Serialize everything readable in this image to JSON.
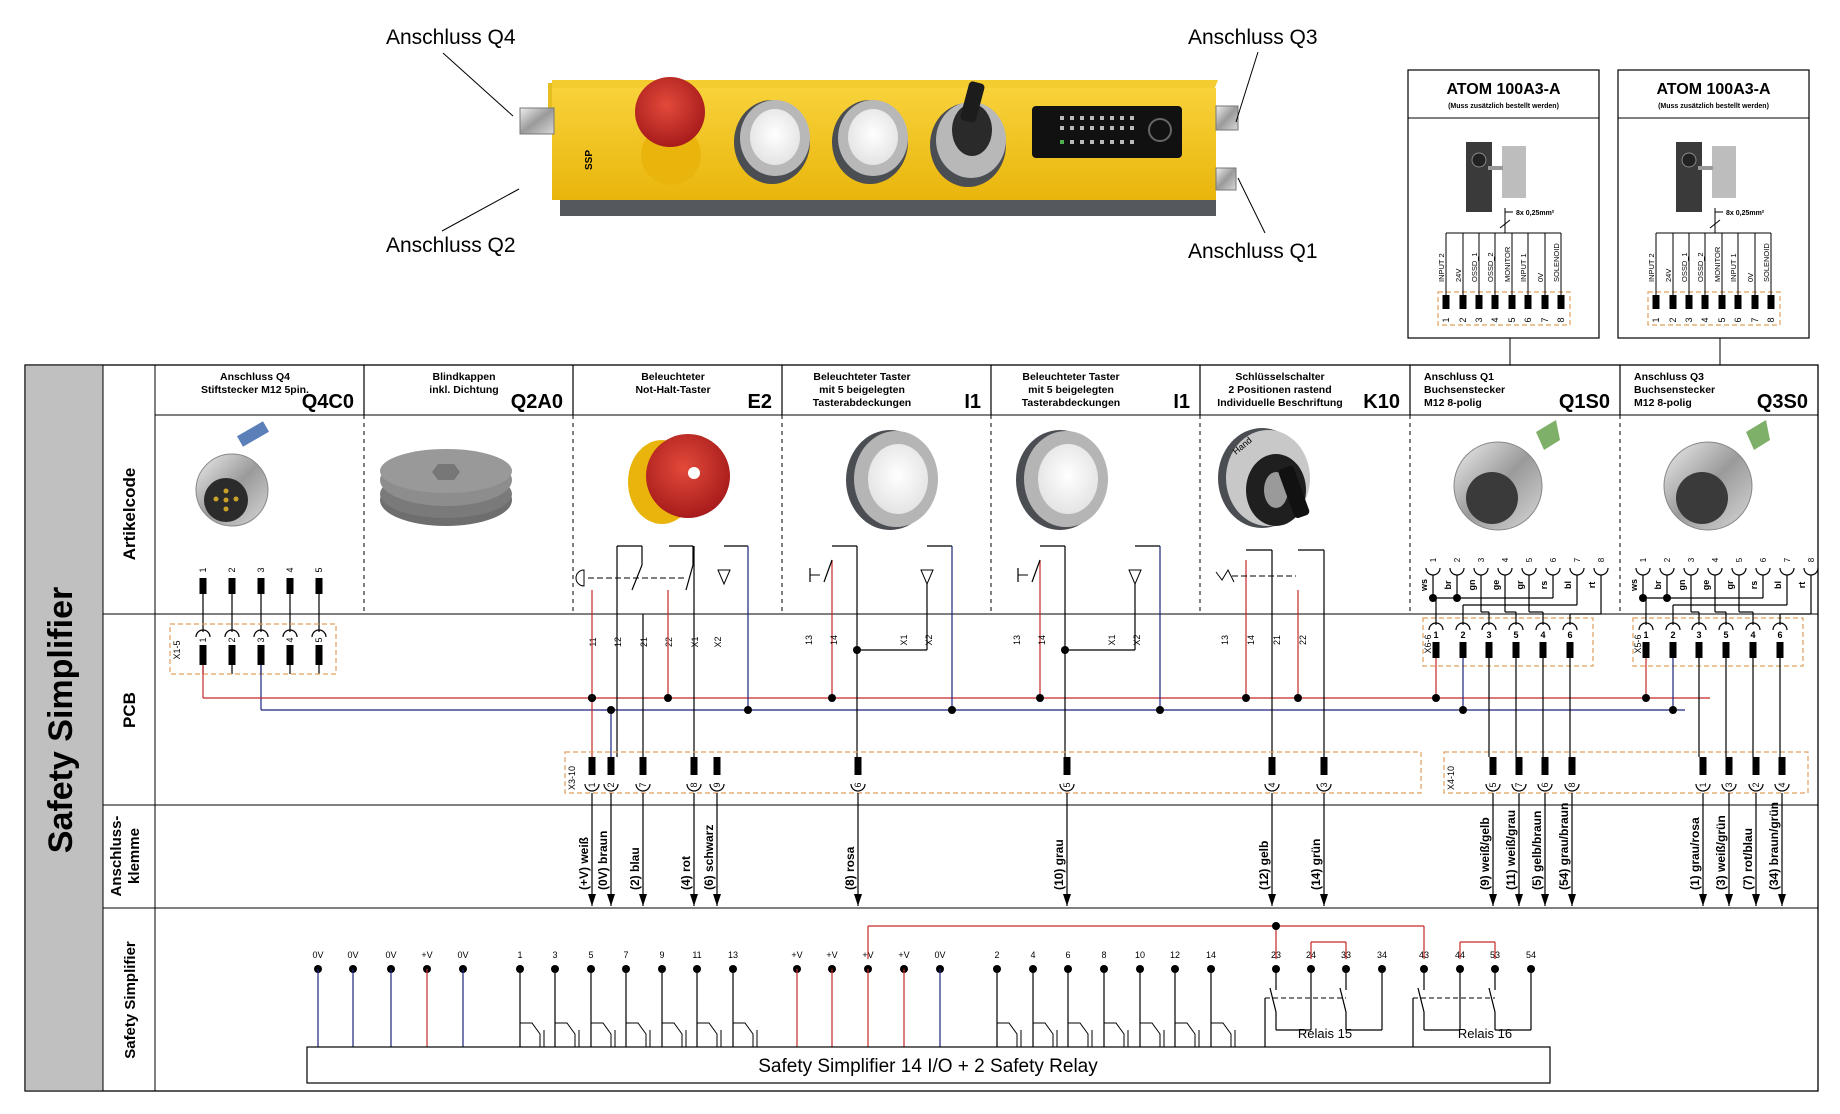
{
  "colors": {
    "plus_wire": "#c62828",
    "minus_wire": "#1a237e",
    "terminal_box": "#e0a060",
    "housing_yellow": "#f6c518",
    "housing_gray": "#55585c",
    "side_panel": "#c0c0c0"
  },
  "product": {
    "callouts": [
      {
        "id": "q4",
        "label": "Anschluss Q4"
      },
      {
        "id": "q2",
        "label": "Anschluss Q2"
      },
      {
        "id": "q3",
        "label": "Anschluss Q3"
      },
      {
        "id": "q1",
        "label": "Anschluss Q1"
      }
    ]
  },
  "atom_boxes": [
    {
      "title": "ATOM 100A3-A",
      "subtitle": "(Muss zusätzlich bestellt werden)",
      "cable": "8x 0,25mm²",
      "pins": [
        "INPUT 2",
        "24V",
        "OSSD_1",
        "OSSD_2",
        "MONITOR",
        "INPUT 1",
        "0V",
        "SOLENOID"
      ],
      "pin_numbers": [
        "1",
        "2",
        "3",
        "4",
        "5",
        "6",
        "7",
        "8"
      ]
    },
    {
      "title": "ATOM 100A3-A",
      "subtitle": "(Muss zusätzlich bestellt werden)",
      "cable": "8x 0,25mm²",
      "pins": [
        "INPUT 2",
        "24V",
        "OSSD_1",
        "OSSD_2",
        "MONITOR",
        "INPUT 1",
        "0V",
        "SOLENOID"
      ],
      "pin_numbers": [
        "1",
        "2",
        "3",
        "4",
        "5",
        "6",
        "7",
        "8"
      ]
    }
  ],
  "side": {
    "main_title": "Safety Simplifier",
    "rows": [
      "Artikelcode",
      "PCB",
      "Anschluss-",
      "klemme",
      "Safety Simplifier"
    ]
  },
  "columns": [
    {
      "desc": [
        "Anschluss Q4",
        "Stiftstecker M12 5pin."
      ],
      "code": "Q4C0",
      "icon": "m12-male-connector-icon"
    },
    {
      "desc": [
        "Blindkappen",
        "inkl. Dichtung"
      ],
      "code": "Q2A0",
      "icon": "blind-cap-icon"
    },
    {
      "desc": [
        "Beleuchteter",
        "Not-Halt-Taster"
      ],
      "code": "E2",
      "icon": "emergency-stop-icon"
    },
    {
      "desc": [
        "Beleuchteter Taster",
        "mit 5 beigelegten",
        "Tasterabdeckungen"
      ],
      "code": "I1",
      "icon": "illuminated-button-icon"
    },
    {
      "desc": [
        "Beleuchteter Taster",
        "mit 5 beigelegten",
        "Tasterabdeckungen"
      ],
      "code": "I1",
      "icon": "illuminated-button-icon"
    },
    {
      "desc": [
        "Schlüsselschalter",
        "2 Positionen rastend",
        "Individuelle Beschriftung"
      ],
      "code": "K10",
      "icon": "key-switch-icon"
    },
    {
      "desc": [
        "Anschluss Q1",
        "Buchsenstecker",
        "M12 8-polig"
      ],
      "code": "Q1S0",
      "icon": "m12-female-connector-icon"
    },
    {
      "desc": [
        "Anschluss Q3",
        "Buchsenstecker",
        "M12 8-polig"
      ],
      "code": "Q3S0",
      "icon": "m12-female-connector-icon"
    }
  ],
  "key_switch_label": "Hand",
  "q4_pins": [
    "1",
    "2",
    "3",
    "4",
    "5"
  ],
  "x1_block": {
    "label": "X1-5",
    "pins": [
      "1",
      "2",
      "3",
      "4",
      "5"
    ]
  },
  "x6_block": {
    "label": "X6-6",
    "pins": [
      "1",
      "2",
      "3",
      "5",
      "4",
      "6"
    ]
  },
  "x5_block": {
    "label": "X5-6",
    "pins": [
      "1",
      "2",
      "3",
      "5",
      "4",
      "6"
    ]
  },
  "m12_8_pins": {
    "numbers": [
      "1",
      "2",
      "3",
      "4",
      "5",
      "6",
      "7",
      "8"
    ],
    "colors": [
      "ws",
      "br",
      "gn",
      "ge",
      "gr",
      "rs",
      "bl",
      "rt"
    ]
  },
  "contacts": {
    "e2": [
      "11",
      "12",
      "21",
      "22",
      "X1",
      "X2"
    ],
    "i1a": [
      "13",
      "14",
      "X1",
      "X2"
    ],
    "i1b": [
      "13",
      "14",
      "X1",
      "X2"
    ],
    "k10": [
      "13",
      "14",
      "21",
      "22"
    ]
  },
  "x3_block": {
    "label": "X3-10",
    "pins": [
      "1",
      "2",
      "7",
      "8",
      "9",
      "6",
      "5",
      "4",
      "3"
    ]
  },
  "x4_block": {
    "label": "X4-10",
    "pins": [
      "5",
      "7",
      "6",
      "8",
      "1",
      "3",
      "2",
      "4"
    ]
  },
  "wires": [
    "(+V) weiß",
    "(0V) braun",
    "(2) blau",
    "(4) rot",
    "(6) schwarz",
    "(8) rosa",
    "(10) grau",
    "(12) gelb",
    "(14) grün",
    "(9) weiß/gelb",
    "(11) weiß/grau",
    "(5) gelb/braun",
    "(54) grau/braun",
    "(1)  grau/rosa",
    "(3) weiß/grün",
    "(7) rot/blau",
    "(34) braun/grün"
  ],
  "terminals": {
    "power_left": [
      "0V",
      "0V",
      "0V",
      "+V",
      "0V"
    ],
    "inputs_odd": [
      "1",
      "3",
      "5",
      "7",
      "9",
      "11",
      "13"
    ],
    "power_mid": [
      "+V",
      "+V",
      "+V",
      "+V",
      "0V"
    ],
    "inputs_even": [
      "2",
      "4",
      "6",
      "8",
      "10",
      "12",
      "14"
    ],
    "relay15": [
      "23",
      "24",
      "33",
      "34"
    ],
    "relay16": [
      "43",
      "44",
      "53",
      "54"
    ]
  },
  "relay_labels": [
    "Relais 15",
    "Relais 16"
  ],
  "device_label": "Safety Simplifier 14 I/O + 2 Safety Relay"
}
